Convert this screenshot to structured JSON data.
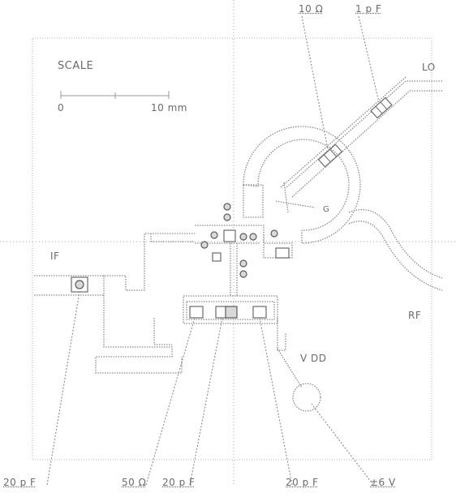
{
  "labels": {
    "scale_title": "SCALE",
    "scale_zero": "0",
    "scale_ten": "10 mm",
    "resistor_top": "10 Ω",
    "cap_top": "1 p F",
    "port_lo": "LO",
    "port_if": "IF",
    "port_rf": "RF",
    "vdd": "V DD",
    "center_marker": "G",
    "bottom_cap_left": "20 p F",
    "bottom_res": "50 Ω",
    "bottom_cap_mid": "20 p F",
    "bottom_cap_right": "20 p F",
    "bottom_voltage": "±6 V"
  }
}
